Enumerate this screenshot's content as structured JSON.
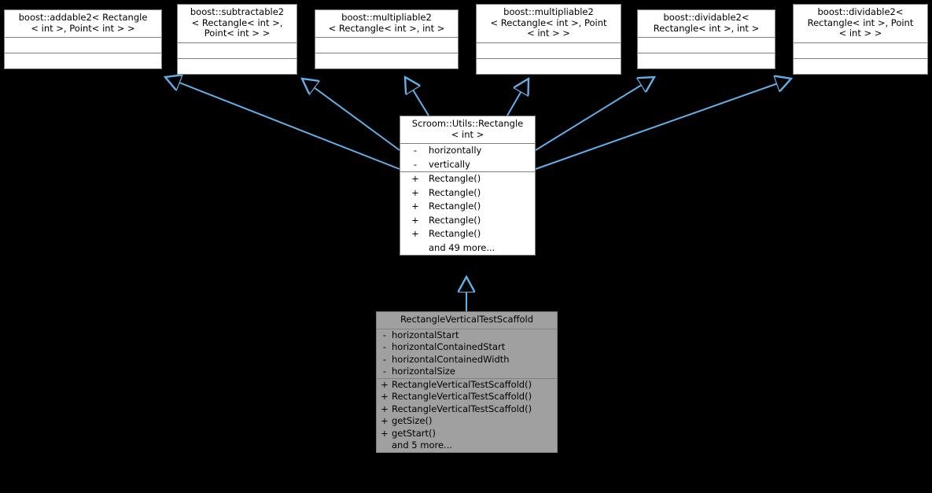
{
  "diagram": {
    "type": "uml-class-inheritance",
    "background_color": "#000000",
    "edge_color": "#63b0e8",
    "node_fill": "#ffffff",
    "highlight_node_fill": "#a0a0a0",
    "border_color": "#808080"
  },
  "nodes": [
    {
      "id": "addable2",
      "title": "boost::addable2< Rectangle\n< int  >, Point< int  > >",
      "attributes": [],
      "operations": [],
      "highlighted": false
    },
    {
      "id": "subtractable2",
      "title": "boost::subtractable2\n< Rectangle< int  >,\nPoint< int  > >",
      "attributes": [],
      "operations": [],
      "highlighted": false
    },
    {
      "id": "multipliable2-int",
      "title": "boost::multipliable2\n< Rectangle< int >, int >",
      "attributes": [],
      "operations": [],
      "highlighted": false
    },
    {
      "id": "multipliable2-point",
      "title": "boost::multipliable2\n< Rectangle< int >, Point\n< int > >",
      "attributes": [],
      "operations": [],
      "highlighted": false
    },
    {
      "id": "dividable2-int",
      "title": "boost::dividable2<\nRectangle< int >, int >",
      "attributes": [],
      "operations": [],
      "highlighted": false
    },
    {
      "id": "dividable2-point",
      "title": "boost::dividable2<\nRectangle< int >, Point\n< int > >",
      "attributes": [],
      "operations": [],
      "highlighted": false
    },
    {
      "id": "rectangle",
      "title": "Scroom::Utils::Rectangle\n< int >",
      "attributes": [
        {
          "visibility": "-",
          "name": "horizontally"
        },
        {
          "visibility": "-",
          "name": "vertically"
        }
      ],
      "operations": [
        {
          "visibility": "+",
          "name": "Rectangle()"
        },
        {
          "visibility": "+",
          "name": "Rectangle()"
        },
        {
          "visibility": "+",
          "name": "Rectangle()"
        },
        {
          "visibility": "+",
          "name": "Rectangle()"
        },
        {
          "visibility": "+",
          "name": "Rectangle()"
        },
        {
          "visibility": "",
          "name": "and 49 more..."
        }
      ],
      "highlighted": false
    },
    {
      "id": "scaffold",
      "title": "RectangleVerticalTestScaffold",
      "attributes": [
        {
          "visibility": "-",
          "name": "horizontalStart"
        },
        {
          "visibility": "-",
          "name": "horizontalContainedStart"
        },
        {
          "visibility": "-",
          "name": "horizontalContainedWidth"
        },
        {
          "visibility": "-",
          "name": "horizontalSize"
        }
      ],
      "operations": [
        {
          "visibility": "+",
          "name": "RectangleVerticalTestScaffold()"
        },
        {
          "visibility": "+",
          "name": "RectangleVerticalTestScaffold()"
        },
        {
          "visibility": "+",
          "name": "RectangleVerticalTestScaffold()"
        },
        {
          "visibility": "+",
          "name": "getSize()"
        },
        {
          "visibility": "+",
          "name": "getStart()"
        },
        {
          "visibility": "",
          "name": "and 5 more..."
        }
      ],
      "highlighted": true
    }
  ],
  "edges": [
    {
      "from": "rectangle",
      "to": "addable2",
      "relation": "inheritance"
    },
    {
      "from": "rectangle",
      "to": "subtractable2",
      "relation": "inheritance"
    },
    {
      "from": "rectangle",
      "to": "multipliable2-int",
      "relation": "inheritance"
    },
    {
      "from": "rectangle",
      "to": "multipliable2-point",
      "relation": "inheritance"
    },
    {
      "from": "rectangle",
      "to": "dividable2-int",
      "relation": "inheritance"
    },
    {
      "from": "rectangle",
      "to": "dividable2-point",
      "relation": "inheritance"
    },
    {
      "from": "scaffold",
      "to": "rectangle",
      "relation": "inheritance"
    }
  ]
}
